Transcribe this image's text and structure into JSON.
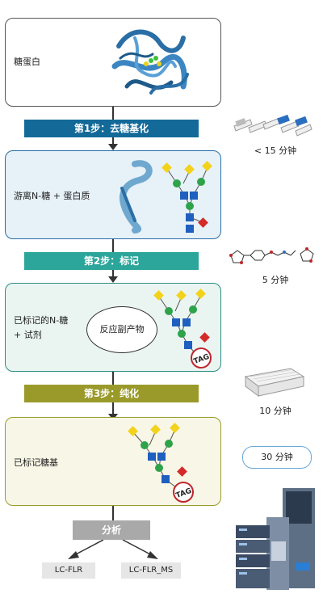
{
  "panels": {
    "glycoprotein": "糖蛋白",
    "free": "游离N-糖 + 蛋白质",
    "labeled_line1": "已标记的N-糖",
    "labeled_line2": "+ 试剂",
    "byproduct": "反应副产物",
    "final": "已标记糖基"
  },
  "steps": {
    "step1": "第1步：去糖基化",
    "step2": "第2步：标记",
    "step3": "第3步：纯化",
    "analysis": "分析"
  },
  "times": {
    "t1": "< 15 分钟",
    "t2": "5 分钟",
    "t3": "10 分钟",
    "t4": "30 分钟"
  },
  "outputs": {
    "o1": "LC-FLR",
    "o2": "LC-FLR_MS"
  },
  "tag_label": "TAG",
  "colors": {
    "step1": "#136a99",
    "step2": "#2ca59a",
    "step3": "#9a9a2a",
    "analysis": "#a9a9a9",
    "panel1_bg": "#ffffff",
    "panel2_bg": "#e6f1f8",
    "panel3_bg": "#eaf5f2",
    "panel4_bg": "#f8f6e6"
  }
}
